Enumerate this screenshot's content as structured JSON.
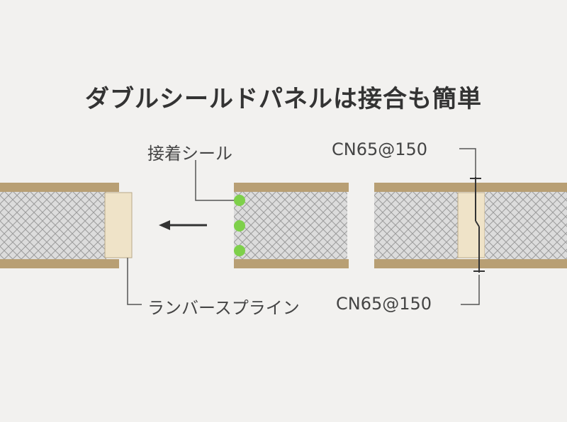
{
  "title": "ダブルシールドパネルは接合も簡単",
  "labels": {
    "adhesive_seal": "接着シール",
    "nail_top": "CN65@150",
    "nail_bottom": "CN65@150",
    "lumber_spline": "ランバースプライン"
  },
  "colors": {
    "background": "#f2f1ef",
    "facing": "#b89f74",
    "spline": "#efe3c8",
    "core": "#dcdcdc",
    "seal": "#7ed04a",
    "line": "#555555",
    "text": "#333333"
  }
}
